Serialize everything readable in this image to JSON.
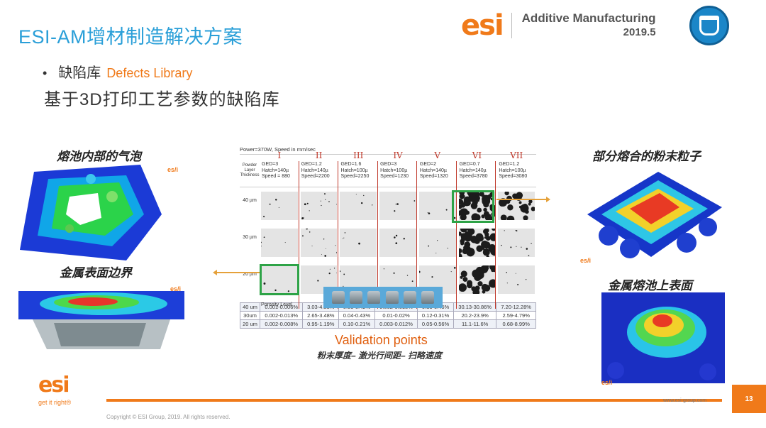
{
  "header": {
    "title": "ESI-AM增材制造解决方案",
    "brand_logo": "esi",
    "brand_line1": "Additive Manufacturing",
    "brand_line2": "2019.5"
  },
  "bullet": {
    "zh": "缺陷库",
    "en": "Defects Library"
  },
  "subtitle": "基于3D打印工艺参数的缺陷库",
  "captions": {
    "top_left": "熔池内部的气泡",
    "bottom_left": "金属表面边界",
    "top_right": "部分熔合的粉末粒子",
    "bottom_right": "金属熔池上表面",
    "mini_logo": "es/i"
  },
  "table": {
    "power_note": "Power=370W, Speed in mm/sec",
    "row_header_label": "Powder Layer Thickness",
    "columns": [
      {
        "roman": "I",
        "ged": "GED=3",
        "hatch": "Hatch=140µ",
        "speed": "Speed = 880"
      },
      {
        "roman": "II",
        "ged": "GED=1.2",
        "hatch": "Hatch=140µ",
        "speed": "Speed=2200"
      },
      {
        "roman": "III",
        "ged": "GED=1.6",
        "hatch": "Hatch=100µ",
        "speed": "Speed=2250"
      },
      {
        "roman": "IV",
        "ged": "GED=3",
        "hatch": "Hatch=100µ",
        "speed": "Speed=1230"
      },
      {
        "roman": "V",
        "ged": "GED=2",
        "hatch": "Hatch=140µ",
        "speed": "Speed=1320"
      },
      {
        "roman": "VI",
        "ged": "GED=0.7",
        "hatch": "Hatch=140µ",
        "speed": "Speed=3780"
      },
      {
        "roman": "VII",
        "ged": "GED=1.2",
        "hatch": "Hatch=100µ",
        "speed": "Speed=3080"
      }
    ],
    "rows": [
      {
        "label": "40 µm"
      },
      {
        "label": "30 µm"
      },
      {
        "label": "20 µm"
      }
    ],
    "porosity_label": "Porosity Level",
    "porosity": [
      {
        "layer": "40 um",
        "values": [
          "0.001-0.006%",
          "3.03-4.83%",
          "0.03-0.42%",
          "0.002-0.018%",
          "0.13-0.45%",
          "30.13-30.86%",
          "7.20-12.28%"
        ]
      },
      {
        "layer": "30um",
        "values": [
          "0.002-0.013%",
          "2.65-3.48%",
          "0.04-0.43%",
          "0.01-0.02%",
          "0.12-0.31%",
          "20.2-23.9%",
          "2.59-4.79%"
        ]
      },
      {
        "layer": "20 um",
        "values": [
          "0.002-0.008%",
          "0.95-1.19%",
          "0.10-0.21%",
          "0.003-0.012%",
          "0.05-0.56%",
          "11.1-11.6%",
          "0.68-8.99%"
        ]
      }
    ]
  },
  "validation": "Validation points",
  "params_line": "粉末厚度– 激光行间距– 扫略速度",
  "footer": {
    "logo": "esi",
    "tagline": "get it right®",
    "url": "www.esi-group.com",
    "page": "13",
    "copyright": "Copyright © ESI Group, 2019. All rights reserved."
  },
  "colors": {
    "accent": "#f07a1a",
    "title_blue": "#2a9fd8",
    "column_line": "#c0392b",
    "highlight": "#2ea347"
  }
}
